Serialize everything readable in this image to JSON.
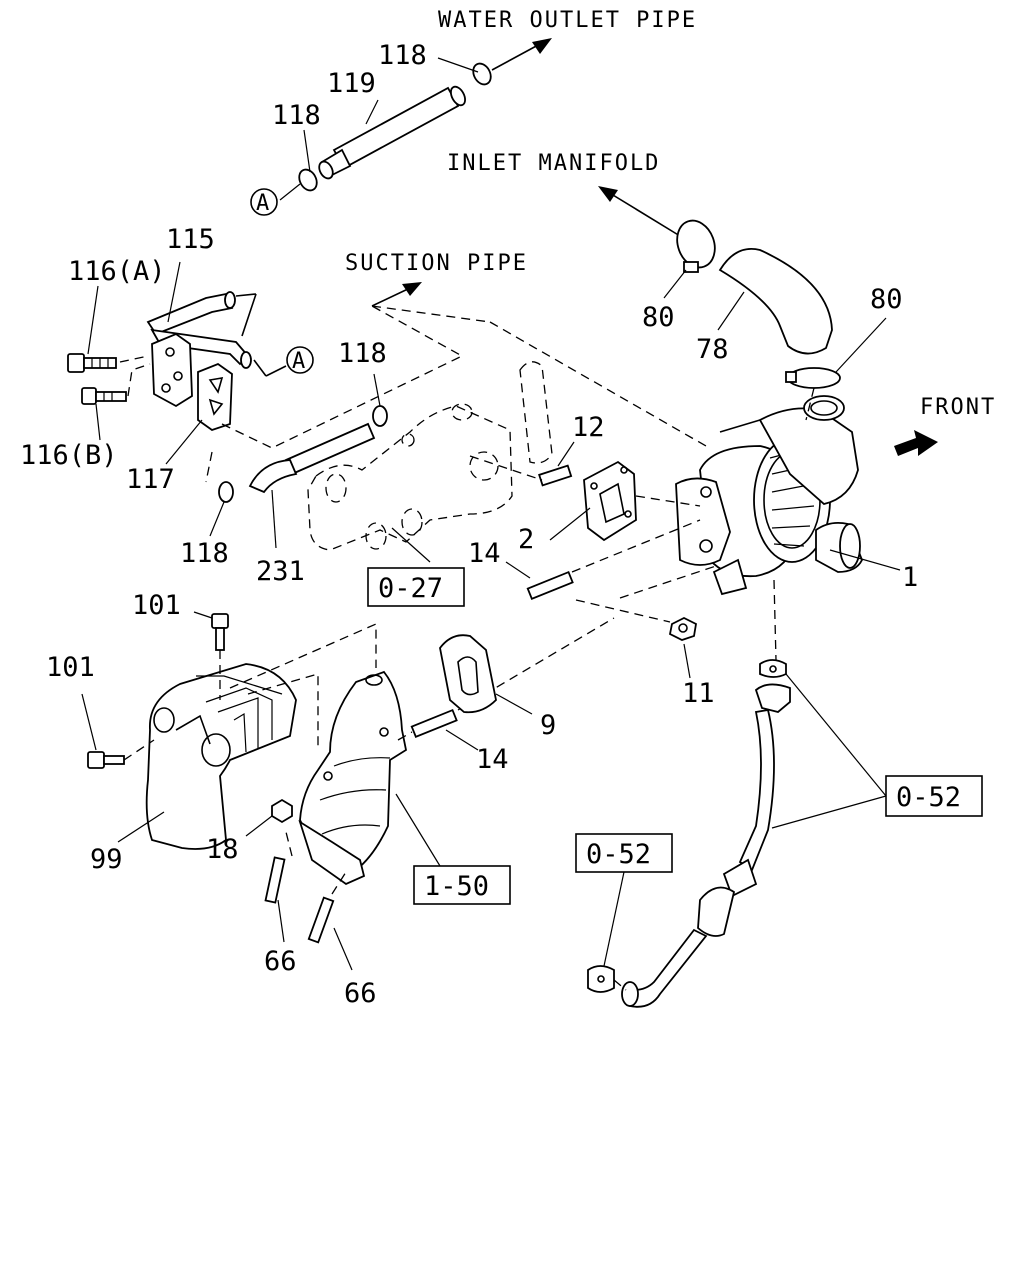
{
  "notes": {
    "water_outlet_pipe": "WATER OUTLET PIPE",
    "inlet_manifold": "INLET MANIFOLD",
    "suction_pipe": "SUCTION PIPE",
    "front": "FRONT"
  },
  "refs": {
    "ref_0_27": "0-27",
    "ref_1_50": "1-50",
    "ref_0_52_a": "0-52",
    "ref_0_52_b": "0-52"
  },
  "circle_refs": {
    "a1": "A",
    "a2": "A"
  },
  "callouts": {
    "c118_top": "118",
    "c119": "119",
    "c118_mid": "118",
    "c115": "115",
    "c116a": "116(A)",
    "c116b": "116(B)",
    "c117": "117",
    "c118_left": "118",
    "c118_suction": "118",
    "c231": "231",
    "c80_top": "80",
    "c78": "78",
    "c80_right": "80",
    "c12": "12",
    "c2": "2",
    "c14_upper": "14",
    "c1": "1",
    "c11": "11",
    "c101_top": "101",
    "c101_left": "101",
    "c9": "9",
    "c14_lower": "14",
    "c99": "99",
    "c18": "18",
    "c66_a": "66",
    "c66_b": "66"
  }
}
